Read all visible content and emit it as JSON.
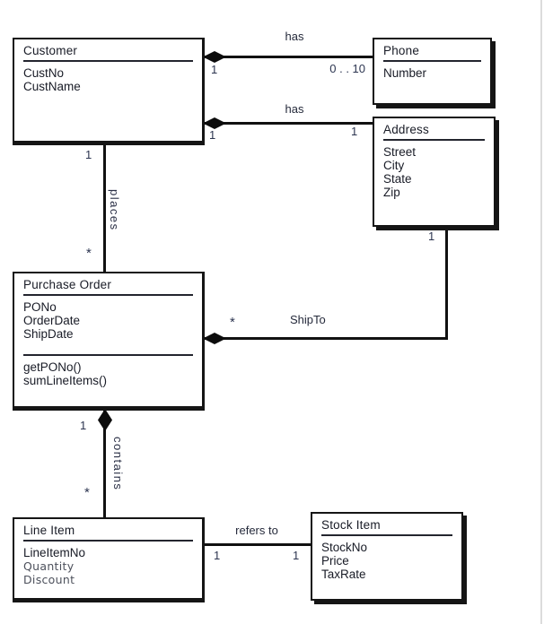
{
  "diagram": {
    "type": "uml-class-diagram",
    "classes": [
      {
        "name": "Customer",
        "attributes": [
          "CustNo",
          "CustName"
        ],
        "methods": []
      },
      {
        "name": "Phone",
        "attributes": [
          "Number"
        ],
        "methods": []
      },
      {
        "name": "Address",
        "attributes": [
          "Street",
          "City",
          "State",
          "Zip"
        ],
        "methods": []
      },
      {
        "name": "Purchase Order",
        "attributes": [
          "PONo",
          "OrderDate",
          "ShipDate"
        ],
        "methods": [
          "getPONo()",
          "sumLineItems()"
        ]
      },
      {
        "name": "Line Item",
        "attributes": [
          "LineItemNo",
          "Quantity",
          "Discount"
        ],
        "methods": []
      },
      {
        "name": "Stock Item",
        "attributes": [
          "StockNo",
          "Price",
          "TaxRate"
        ],
        "methods": []
      }
    ],
    "relationships": [
      {
        "label": "has",
        "from": "Customer",
        "to": "Phone",
        "from_mult": "1",
        "to_mult": "0 . . 10",
        "type": "aggregation"
      },
      {
        "label": "has",
        "from": "Customer",
        "to": "Address",
        "from_mult": "1",
        "to_mult": "1",
        "type": "aggregation"
      },
      {
        "label": "places",
        "from": "Customer",
        "to": "Purchase Order",
        "from_mult": "1",
        "to_mult": "*",
        "type": "association"
      },
      {
        "label": "ShipTo",
        "from": "Purchase Order",
        "to": "Address",
        "from_mult": "*",
        "to_mult": "1",
        "type": "aggregation"
      },
      {
        "label": "contains",
        "from": "Purchase Order",
        "to": "Line Item",
        "from_mult": "1",
        "to_mult": "*",
        "type": "composition"
      },
      {
        "label": "refers to",
        "from": "Line Item",
        "to": "Stock Item",
        "from_mult": "1",
        "to_mult": "1",
        "type": "association"
      }
    ],
    "colors": {
      "line": "#111111",
      "box_border": "#151515",
      "text": "#181b26",
      "label": "#2c3550",
      "background": "#ffffff"
    }
  }
}
